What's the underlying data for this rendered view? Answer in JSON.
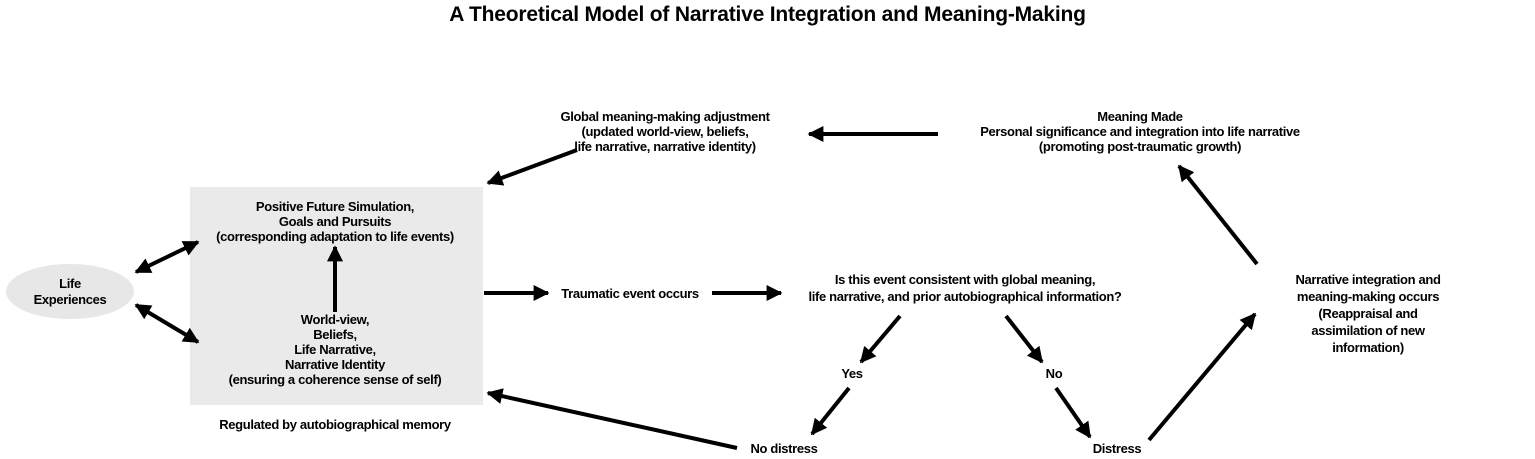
{
  "title": "A Theoretical Model of Narrative Integration and Meaning-Making",
  "nodes": {
    "life_experiences": "Life\nExperiences",
    "positive_future_simulation": "Positive Future Simulation,\nGoals and Pursuits\n(corresponding adaptation to life events)",
    "world_view_beliefs": "World-view,\nBeliefs,\nLife Narrative,\nNarrative Identity\n(ensuring a coherence sense of self)",
    "regulated_caption": "Regulated by autobiographical memory",
    "traumatic_event": "Traumatic event occurs",
    "consistency_question": "Is this event consistent with global meaning,\nlife narrative, and prior autobiographical information?",
    "global_meaning_adjustment": "Global meaning-making adjustment\n(updated world-view, beliefs,\nlife narrative, narrative identity)",
    "meaning_made": "Meaning Made\nPersonal significance and integration into life narrative\n(promoting post-traumatic growth)",
    "narrative_integration": "Narrative integration and meaning-making occurs\n(Reappraisal and assimilation of new information)",
    "yes_label": "Yes",
    "no_label": "No",
    "no_distress_label": "No distress",
    "distress_label": "Distress"
  },
  "colors": {
    "box_fill": "#eaeaea",
    "ellipse_fill": "#e7e7e7",
    "arrow": "#000000",
    "text": "#000000",
    "background": "#ffffff"
  },
  "edges": [
    {
      "from": "life-experiences",
      "to": "positive-future-simulation",
      "bidirectional": true
    },
    {
      "from": "life-experiences",
      "to": "world-view-beliefs",
      "bidirectional": true
    },
    {
      "from": "world-view-beliefs",
      "to": "positive-future-simulation",
      "bidirectional": false
    },
    {
      "from": "framework-box",
      "to": "traumatic-event",
      "bidirectional": false
    },
    {
      "from": "traumatic-event",
      "to": "consistency-question",
      "bidirectional": false
    },
    {
      "from": "consistency-question",
      "to": "yes-label",
      "bidirectional": false
    },
    {
      "from": "consistency-question",
      "to": "no-label",
      "bidirectional": false
    },
    {
      "from": "yes-label",
      "to": "no-distress-label",
      "bidirectional": false
    },
    {
      "from": "no-label",
      "to": "distress-label",
      "bidirectional": false
    },
    {
      "from": "no-distress-label",
      "to": "framework-box",
      "bidirectional": false
    },
    {
      "from": "distress-label",
      "to": "narrative-integration",
      "bidirectional": false
    },
    {
      "from": "narrative-integration",
      "to": "meaning-made",
      "bidirectional": false
    },
    {
      "from": "meaning-made",
      "to": "global-meaning-adjustment",
      "bidirectional": false
    },
    {
      "from": "global-meaning-adjustment",
      "to": "framework-box",
      "bidirectional": false
    }
  ]
}
